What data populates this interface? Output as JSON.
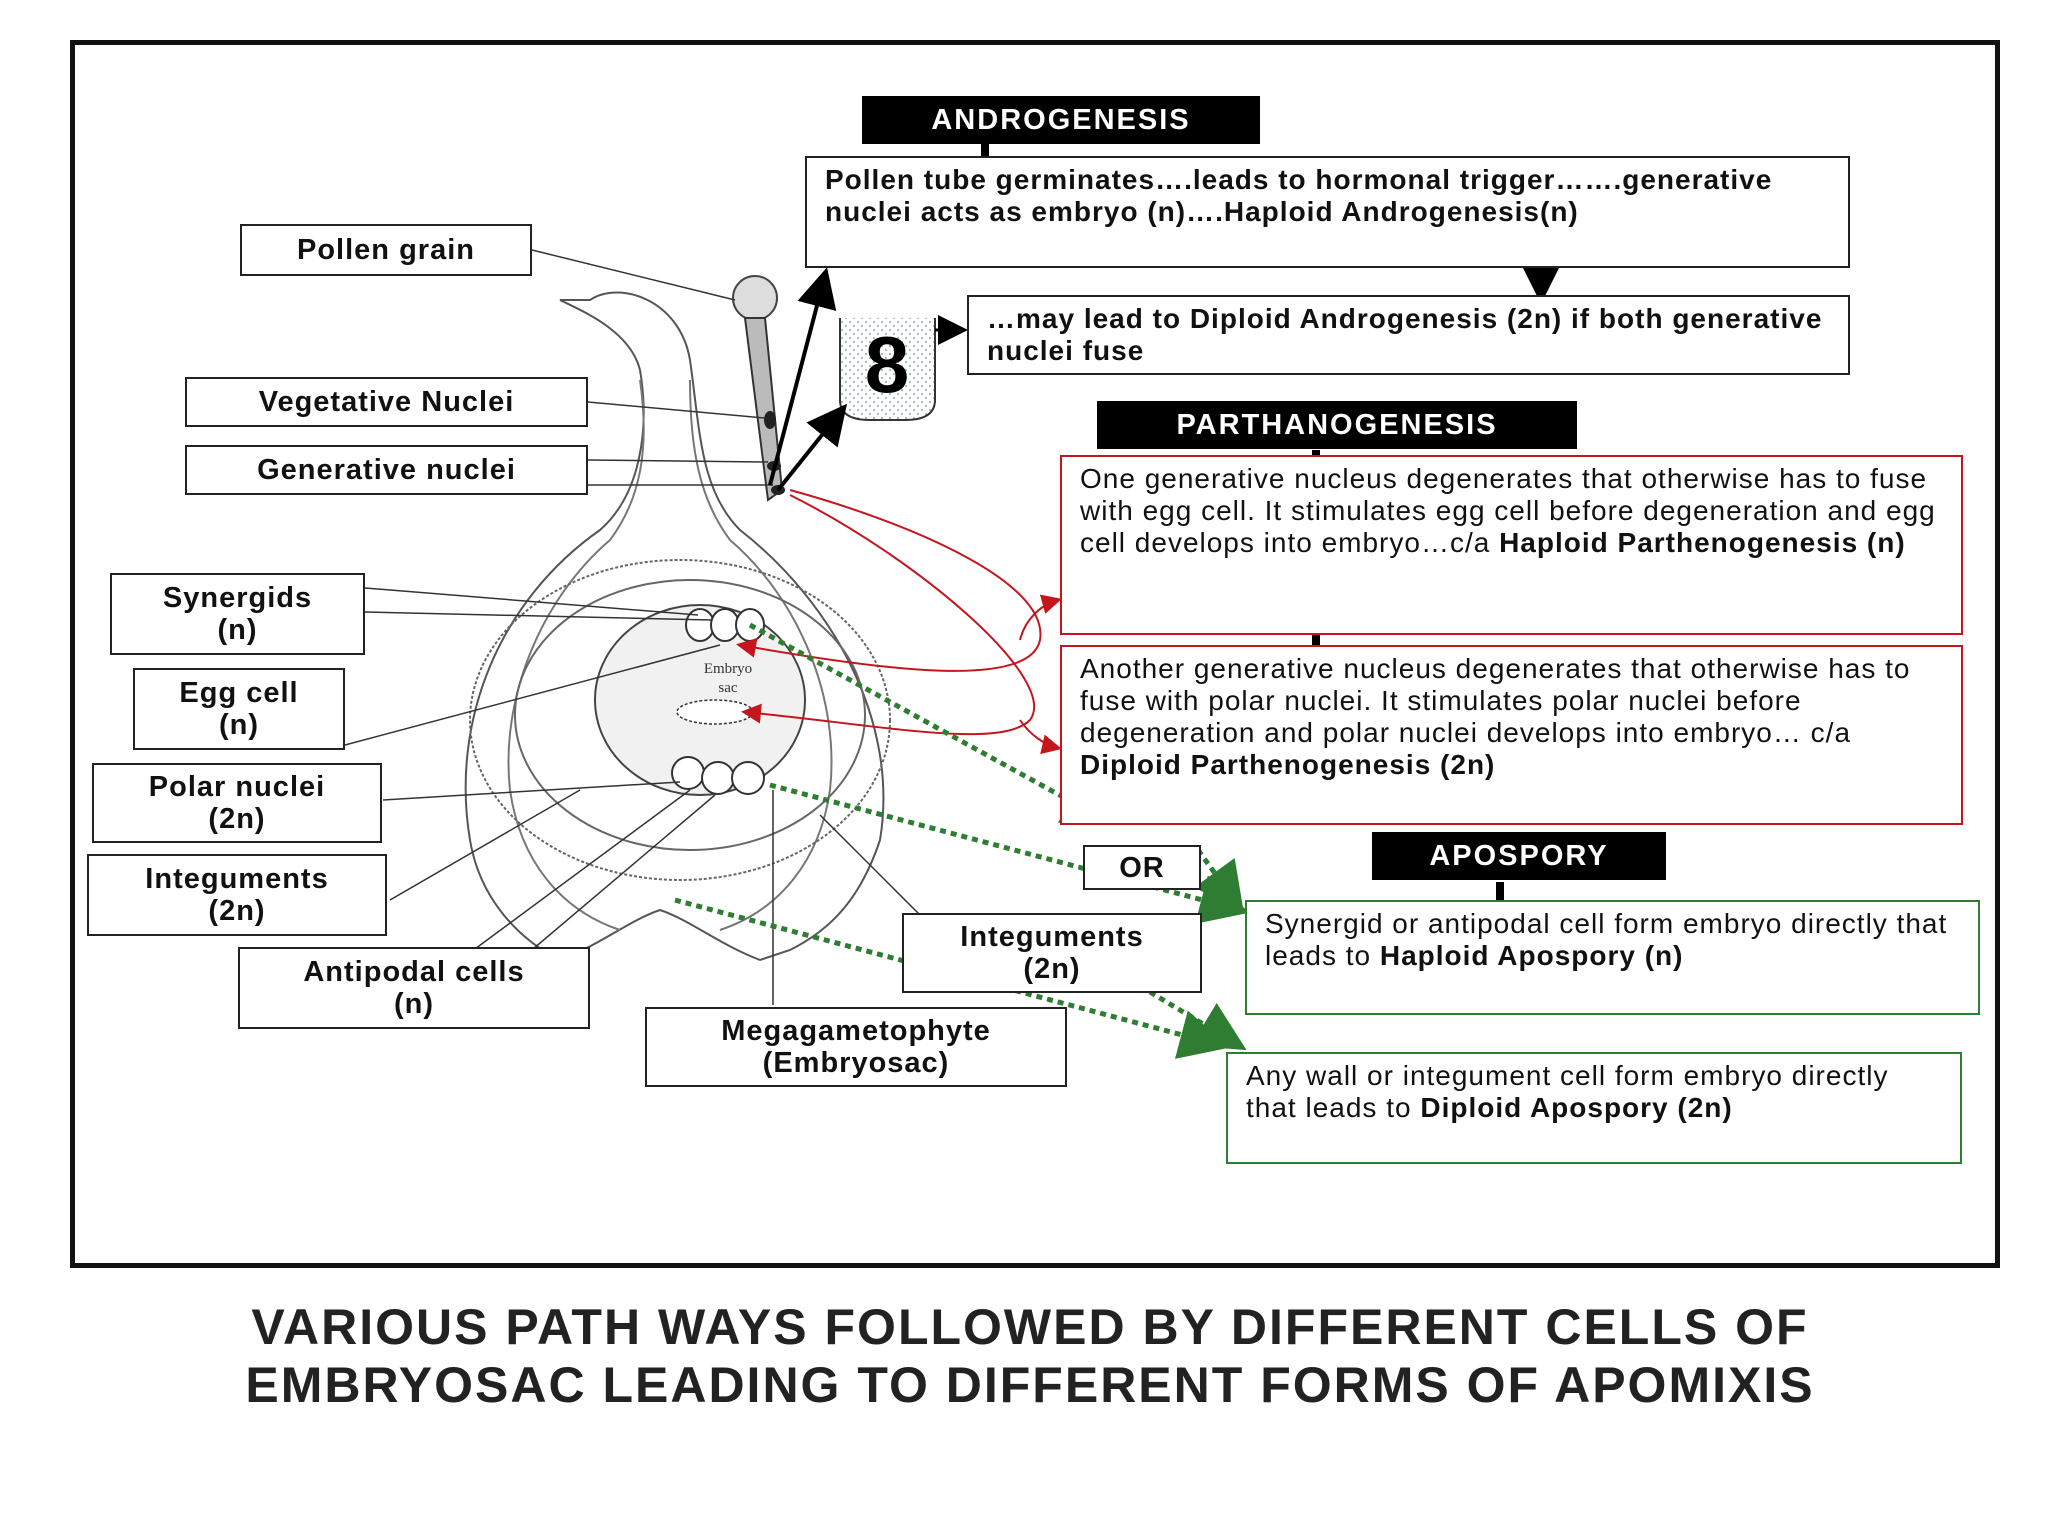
{
  "labels": {
    "pollen_grain": "Pollen grain",
    "vegetative_nuclei": "Vegetative Nuclei",
    "generative_nuclei": "Generative nuclei",
    "synergids": "Synergids\n(n)",
    "egg_cell": "Egg cell\n(n)",
    "polar_nuclei": "Polar nuclei\n(2n)",
    "integuments_left": "Integuments\n(2n)",
    "antipodal_cells": "Antipodal cells\n(n)",
    "megagametophyte": "Megagametophyte\n(Embryosac)",
    "integuments_right": "Integuments\n(2n)",
    "embryo_sac_inner": "Embryo\nsac",
    "tube_figure": "8",
    "or": "OR"
  },
  "androgenesis": {
    "header": "ANDROGENESIS",
    "text": "Pollen tube germinates….leads to hormonal trigger…….generative nuclei acts as embryo (n)….Haploid Androgenesis(n)",
    "diploid_text": "…may lead to Diploid Androgenesis (2n) if both generative nuclei fuse"
  },
  "parthenogenesis": {
    "header": "PARTHANOGENESIS",
    "haploid_text": "One generative nucleus degenerates that otherwise has to fuse with egg cell. It stimulates egg cell before degeneration and egg cell develops into embryo…c/a ",
    "haploid_bold": "Haploid Parthenogenesis (n)",
    "diploid_text": "Another generative nucleus degenerates that otherwise has to fuse with polar nuclei. It stimulates polar nuclei before degeneration and polar nuclei develops into embryo… c/a ",
    "diploid_bold": "Diploid Parthenogenesis (2n)"
  },
  "apospory": {
    "header": "APOSPORY",
    "haploid_text": "Synergid or antipodal cell form embryo directly that leads to ",
    "haploid_bold": "Haploid Apospory (n)",
    "diploid_text": "Any wall or integument cell form embryo directly that leads to ",
    "diploid_bold": "Diploid Apospory (2n)"
  },
  "caption": "VARIOUS PATH WAYS FOLLOWED BY DIFFERENT CELLS OF EMBRYOSAC LEADING TO DIFFERENT FORMS OF APOMIXIS",
  "colors": {
    "red": "#c4161c",
    "green": "#2e7d32",
    "black": "#000000"
  }
}
